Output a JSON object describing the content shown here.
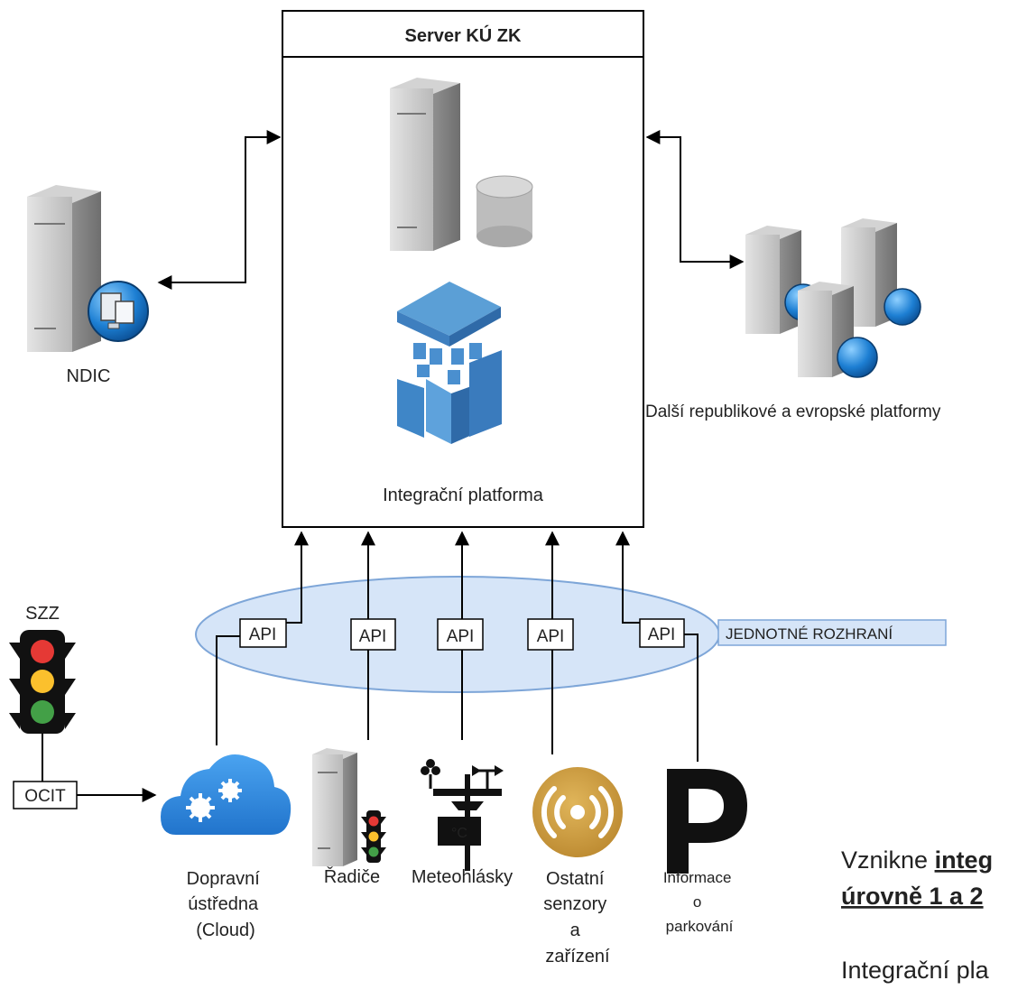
{
  "server": {
    "title": "Server KÚ ZK",
    "platform_label": "Integrační platforma"
  },
  "ndic": {
    "label": "NDIC"
  },
  "other_platforms": {
    "label": "Další republikové a evropské platformy"
  },
  "interface": {
    "api_label": "API",
    "unified_label": "JEDNOTNÉ ROZHRANÍ"
  },
  "szz": {
    "label": "SZZ",
    "protocol": "OCIT"
  },
  "sources": {
    "dispatch": [
      "Dopravní",
      "ústředna",
      "(Cloud)"
    ],
    "controllers": [
      "Řadiče"
    ],
    "meteo": [
      "Meteohlásky"
    ],
    "sensors": [
      "Ostatní",
      "senzory",
      "a",
      "zařízení"
    ],
    "parking": [
      "Informace",
      "o",
      "parkování"
    ]
  },
  "side_text": {
    "line1_prefix": "Vznikne ",
    "line1_bold": "integ",
    "line2_bold": "úrovně 1 a 2",
    "line3": "Integrační pla"
  },
  "thermometer_unit": "°C",
  "colors": {
    "ellipse_fill": "#d6e5f8",
    "ellipse_stroke": "#7ea6d8",
    "cloud_blue": "#2d86e0",
    "platform_blue": "#4a8fcf",
    "sensor_gold": "#c99a3a",
    "globe_blue": "#1d7fd3"
  }
}
